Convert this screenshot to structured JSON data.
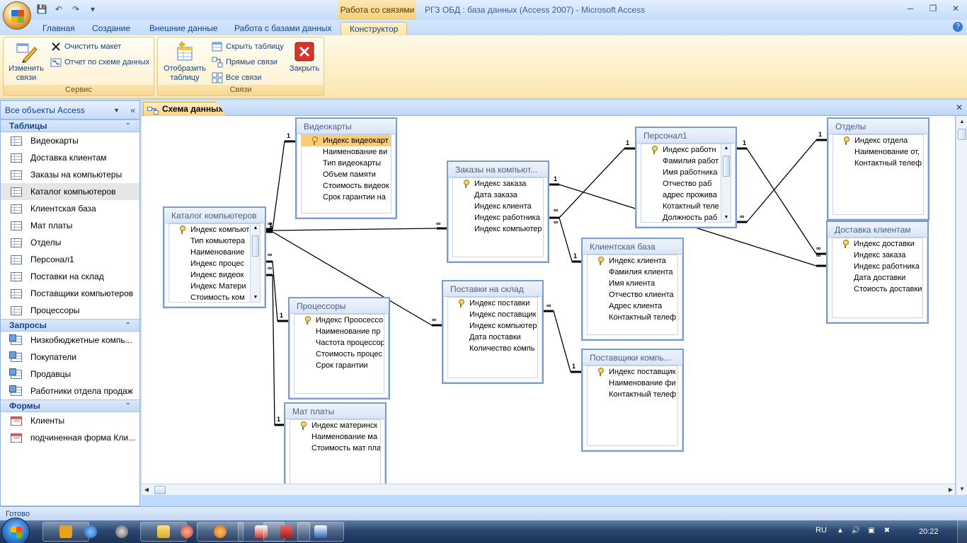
{
  "title_bar": {
    "contextual_tab": "Работа со связями",
    "window_title": "РГЗ ОБД : база данных (Access 2007) - Microsoft Access",
    "qat": [
      "save-icon",
      "undo-icon",
      "redo-icon",
      "customize-icon"
    ],
    "controls": [
      "─",
      "❐",
      "✕"
    ]
  },
  "ribbon_tabs": [
    {
      "label": "Главная"
    },
    {
      "label": "Создание"
    },
    {
      "label": "Внешние данные"
    },
    {
      "label": "Работа с базами данных"
    },
    {
      "label": "Конструктор",
      "active": true
    }
  ],
  "ribbon": {
    "service": {
      "label": "Сервис",
      "edit_relations": "Изменить связи",
      "clear_layout": "Очистить макет",
      "relation_report": "Отчет по схеме данных"
    },
    "relations": {
      "label": "Связи",
      "show_table": "Отобразить таблицу",
      "hide_table": "Скрыть таблицу",
      "direct_relations": "Прямые связи",
      "all_relations": "Все связи",
      "close": "Закрыть"
    }
  },
  "nav": {
    "header": "Все объекты Access",
    "groups": [
      {
        "label": "Таблицы",
        "type": "table",
        "items": [
          "Видеокарты",
          "Доставка клиентам",
          "Заказы на компьютеры",
          "Каталог компьютеров",
          "Клиентская база",
          "Мат платы",
          "Отделы",
          "Персонал1",
          "Поставки на склад",
          "Поставщики компьютеров",
          "Процессоры"
        ]
      },
      {
        "label": "Запросы",
        "type": "query",
        "items": [
          "Низкобюджетные компь...",
          "Покупатели",
          "Продавцы",
          "Работники отдела продаж"
        ]
      },
      {
        "label": "Формы",
        "type": "form",
        "items": [
          "Клиенты",
          "подчиненная форма Кли..."
        ]
      }
    ],
    "selected": "Каталог компьютеров"
  },
  "doc_tab": "Схема данных",
  "tables": [
    {
      "id": "videocards",
      "title": "Видеокарты",
      "fields": [
        {
          "name": "Индекс видеокарт",
          "key": true,
          "hl": true
        },
        {
          "name": "Наименование ви"
        },
        {
          "name": "Тип видеокарты"
        },
        {
          "name": "Объем памяти"
        },
        {
          "name": "Стоимость видеок"
        },
        {
          "name": "Срок гарантии на"
        }
      ]
    },
    {
      "id": "catalog",
      "title": "Каталог компьютеров",
      "fields": [
        {
          "name": "Индекс компьют",
          "key": true
        },
        {
          "name": "Тип комьютера"
        },
        {
          "name": "Наименование"
        },
        {
          "name": "Индекс процес"
        },
        {
          "name": "Индекс видеок"
        },
        {
          "name": "Индекс Матери"
        },
        {
          "name": "Стоимость ком"
        }
      ]
    },
    {
      "id": "orders",
      "title": "Заказы на компьют...",
      "fields": [
        {
          "name": "Индекс заказа",
          "key": true
        },
        {
          "name": "Дата заказа"
        },
        {
          "name": "Индекс клиента"
        },
        {
          "name": "Индекс работника"
        },
        {
          "name": "Индекс компьютер"
        }
      ]
    },
    {
      "id": "processors",
      "title": "Процессоры",
      "fields": [
        {
          "name": "Индекс Проocессо",
          "key": true
        },
        {
          "name": "Наименование пр"
        },
        {
          "name": "Частота процессор"
        },
        {
          "name": "Стоимость процес"
        },
        {
          "name": "Срок гарантии"
        }
      ]
    },
    {
      "id": "supplies",
      "title": "Поставки на склад",
      "fields": [
        {
          "name": "Индекс поставки",
          "key": true
        },
        {
          "name": "Индекс поставщик"
        },
        {
          "name": "Индекс компьютер"
        },
        {
          "name": "Дата поставки"
        },
        {
          "name": "Количество компь"
        }
      ]
    },
    {
      "id": "motherboards",
      "title": "Мат платы",
      "fields": [
        {
          "name": "Индекс материнск",
          "key": true
        },
        {
          "name": "Наименование ма"
        },
        {
          "name": "Стоимость мат пла"
        }
      ]
    },
    {
      "id": "personnel",
      "title": "Персонал1",
      "fields": [
        {
          "name": "Индекс работн",
          "key": true
        },
        {
          "name": "Фамилия работ"
        },
        {
          "name": "Имя работника"
        },
        {
          "name": "Отчество раб"
        },
        {
          "name": "адрес прожива"
        },
        {
          "name": "Котактный теле"
        },
        {
          "name": "Должность раб"
        }
      ]
    },
    {
      "id": "clients",
      "title": "Клиентская база",
      "fields": [
        {
          "name": "Индекс клиента",
          "key": true
        },
        {
          "name": "Фамилия клиента"
        },
        {
          "name": "Имя клиента"
        },
        {
          "name": "Отчество клиента"
        },
        {
          "name": "Адрес клиента"
        },
        {
          "name": "Контактный телеф"
        }
      ]
    },
    {
      "id": "suppliers",
      "title": "Поставщики компь...",
      "fields": [
        {
          "name": "Индекс поставщик",
          "key": true
        },
        {
          "name": "Наименование фи"
        },
        {
          "name": "Контактный телеф"
        }
      ]
    },
    {
      "id": "departments",
      "title": "Отделы",
      "fields": [
        {
          "name": "Индекс отдела",
          "key": true
        },
        {
          "name": "Наименование от,"
        },
        {
          "name": "Контактный телеф"
        }
      ]
    },
    {
      "id": "delivery",
      "title": "Доставка клиентам",
      "fields": [
        {
          "name": "Индекс доставки",
          "key": true
        },
        {
          "name": "Индекс заказа"
        },
        {
          "name": "Индекс работника"
        },
        {
          "name": "Дата доставки"
        },
        {
          "name": "Стоиость доставки"
        }
      ]
    }
  ],
  "relations": [
    {
      "from": "catalog",
      "to": "videocards",
      "card_from": "∞",
      "card_to": "1"
    },
    {
      "from": "catalog",
      "to": "processors",
      "card_from": "∞",
      "card_to": "1"
    },
    {
      "from": "catalog",
      "to": "motherboards",
      "card_from": "∞",
      "card_to": "1"
    },
    {
      "from": "catalog",
      "to": "orders",
      "card_from": "1",
      "card_to": "∞"
    },
    {
      "from": "catalog",
      "to": "supplies",
      "card_from": "1",
      "card_to": "∞"
    },
    {
      "from": "orders",
      "to": "personnel",
      "card_from": "∞",
      "card_to": "1"
    },
    {
      "from": "orders",
      "to": "clients",
      "card_from": "∞",
      "card_to": "1"
    },
    {
      "from": "orders",
      "to": "delivery",
      "card_from": "1",
      "card_to": "∞"
    },
    {
      "from": "supplies",
      "to": "suppliers",
      "card_from": "∞",
      "card_to": "1"
    },
    {
      "from": "personnel",
      "to": "departments",
      "card_from": "∞",
      "card_to": "1"
    },
    {
      "from": "personnel",
      "to": "delivery",
      "card_from": "1",
      "card_to": "∞"
    }
  ],
  "status": "Готово",
  "taskbar": {
    "lang": "RU",
    "time": "20:22"
  }
}
